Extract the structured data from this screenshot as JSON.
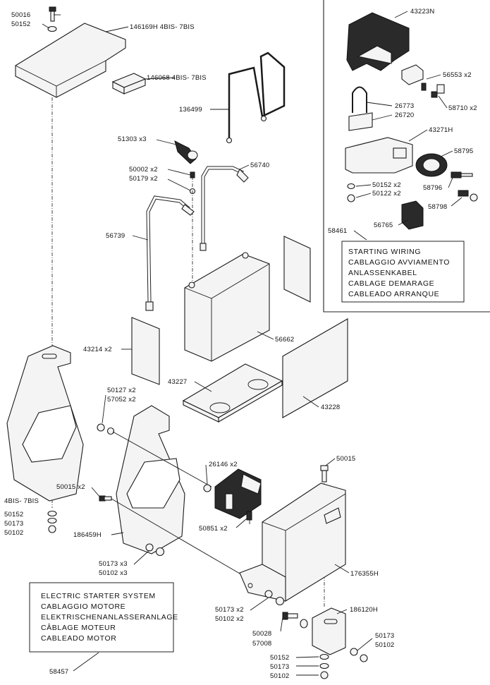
{
  "callouts": {
    "c50016": "50016",
    "c50152_top": "50152",
    "c146169": "146169H 4BIS- 7BIS",
    "c146068": "146068 4BIS- 7BIS",
    "c136499": "136499",
    "c51303": "51303 x3",
    "c50002": "50002 x2",
    "c50179": "50179 x2",
    "c56740": "56740",
    "c56739": "56739",
    "c43214": "43214 x2",
    "c56662": "56662",
    "c43227": "43227",
    "c43228": "43228",
    "c50127": "50127 x2",
    "c57052": "57052 x2",
    "c4bis7bis": "4BIS- 7BIS",
    "c50152_left": "50152",
    "c50173_left": "50173",
    "c50102_left": "50102",
    "c50015x2": "50015 x2",
    "c186459": "186459H",
    "c50173x3": "50173 x3",
    "c50102x3": "50102 x3",
    "c26146": "26146 x2",
    "c50851": "50851 x2",
    "c50015": "50015",
    "c176355": "176355H",
    "c50173x2": "50173 x2",
    "c50102x2": "50102 x2",
    "c50028": "50028",
    "c57008": "57008",
    "c186120": "186120H",
    "c50173_br": "50173",
    "c50102_br": "50102",
    "c50152_bot": "50152",
    "c50173_bot": "50173",
    "c50102_bot": "50102",
    "c58457": "58457",
    "c43223": "43223N",
    "c56553": "56553 x2",
    "c58710": "58710 x2",
    "c26773": "26773",
    "c26720": "26720",
    "c43271": "43271H",
    "c58795": "58795",
    "c50152x2": "50152 x2",
    "c50122x2": "50122 x2",
    "c58796": "58796",
    "c58798": "58798",
    "c56765": "56765",
    "c58461": "58461"
  },
  "starting_wiring_box": {
    "lines": [
      "STARTING  WIRING",
      "CABLAGGIO  AVVIAMENTO",
      "ANLASSENKABEL",
      "CABLAGE  DEMARAGE",
      "CABLEADO  ARRANQUE"
    ]
  },
  "electric_starter_box": {
    "lines": [
      "ELECTRIC  STARTER  SYSTEM",
      "CABLAGGIO  MOTORE",
      "ELEKTRISCHENANLASSERANLAGE",
      "CÂBLAGE  MOTEUR",
      "CABLEADO  MOTOR"
    ]
  }
}
